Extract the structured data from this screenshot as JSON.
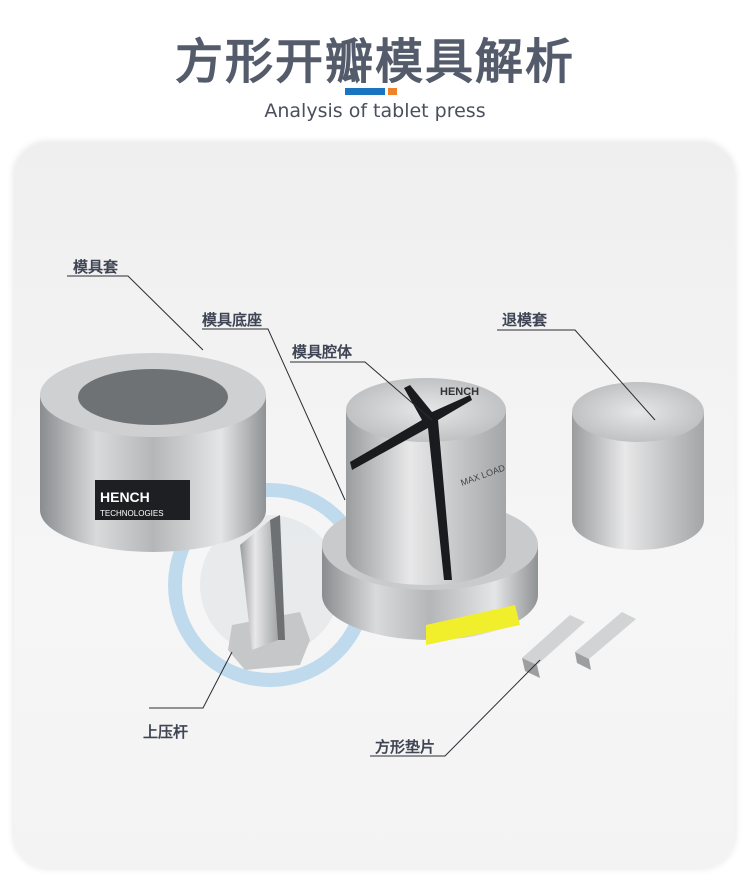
{
  "header": {
    "title": "方形开瓣模具解析",
    "subtitle": "Analysis of tablet press",
    "accent_colors": [
      "#1a74c0",
      "#f0822a"
    ]
  },
  "labels": {
    "mold_sleeve": "模具套",
    "mold_base": "模具底座",
    "mold_cavity": "模具腔体",
    "ejector_sleeve": "退模套",
    "upper_punch": "上压杆",
    "square_spacer": "方形垫片"
  },
  "product_marks": {
    "brand": "HENCH",
    "brand_sub": "TECHNOLOGIES",
    "max_load": "MAX LOAD"
  }
}
